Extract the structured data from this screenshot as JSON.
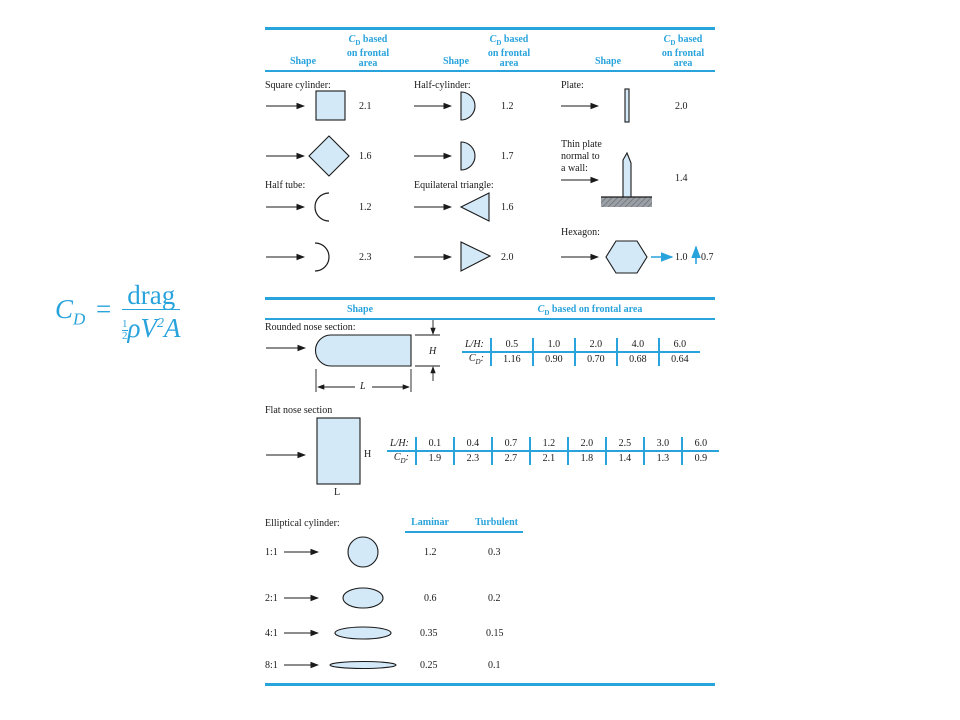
{
  "formula": {
    "lhs": "C",
    "lhs_sub": "D",
    "equals": "=",
    "numerator": "drag",
    "half_num": "1",
    "half_den": "2",
    "denominator_rest": "ρV",
    "sq": "2",
    "area": "A"
  },
  "colors": {
    "accent": "#29a3dc",
    "shape_fill": "#d4e9f8",
    "text": "#1a1a1a"
  },
  "top_table": {
    "shape_header": "Shape",
    "cd_header": [
      "C",
      "D",
      " based",
      "on frontal",
      "area"
    ],
    "col1": [
      {
        "label": "Square cylinder:",
        "value": "2.1"
      },
      {
        "label": "",
        "value": "1.6"
      },
      {
        "label": "Half tube:",
        "value": "1.2"
      },
      {
        "label": "",
        "value": "2.3"
      }
    ],
    "col2": [
      {
        "label": "Half-cylinder:",
        "value": "1.2"
      },
      {
        "label": "",
        "value": "1.7"
      },
      {
        "label": "Equilateral triangle:",
        "value": "1.6"
      },
      {
        "label": "",
        "value": "2.0"
      }
    ],
    "col3": [
      {
        "label": "Plate:",
        "value": "2.0"
      },
      {
        "label_lines": [
          "Thin plate",
          "normal to",
          "a wall:"
        ],
        "value": "1.4"
      },
      {
        "label": "Hexagon:",
        "value_a": "1.0",
        "value_b": "0.7"
      }
    ]
  },
  "middle_table": {
    "shape_header": "Shape",
    "cd_header_c": "C",
    "cd_header_sub": "D",
    "cd_header_rest": " based on frontal area",
    "rounded": {
      "label": "Rounded nose section:",
      "dim_h": "H",
      "dim_l": "L",
      "row_lh_label": "L/H:",
      "row_cd_label": "C",
      "row_cd_sub": "D",
      "lh": [
        "0.5",
        "1.0",
        "2.0",
        "4.0",
        "6.0"
      ],
      "cd": [
        "1.16",
        "0.90",
        "0.70",
        "0.68",
        "0.64"
      ]
    },
    "flat": {
      "label": "Flat nose section",
      "dim_h": "H",
      "dim_l": "L",
      "row_lh_label": "L/H:",
      "row_cd_label": "C",
      "row_cd_sub": "D",
      "lh": [
        "0.1",
        "0.4",
        "0.7",
        "1.2",
        "2.0",
        "2.5",
        "3.0",
        "6.0"
      ],
      "cd": [
        "1.9",
        "2.3",
        "2.7",
        "2.1",
        "1.8",
        "1.4",
        "1.3",
        "0.9"
      ]
    }
  },
  "elliptical": {
    "label": "Elliptical cylinder:",
    "laminar_header": "Laminar",
    "turbulent_header": "Turbulent",
    "rows": [
      {
        "ratio": "1:1",
        "laminar": "1.2",
        "turbulent": "0.3"
      },
      {
        "ratio": "2:1",
        "laminar": "0.6",
        "turbulent": "0.2"
      },
      {
        "ratio": "4:1",
        "laminar": "0.35",
        "turbulent": "0.15"
      },
      {
        "ratio": "8:1",
        "laminar": "0.25",
        "turbulent": "0.1"
      }
    ]
  }
}
